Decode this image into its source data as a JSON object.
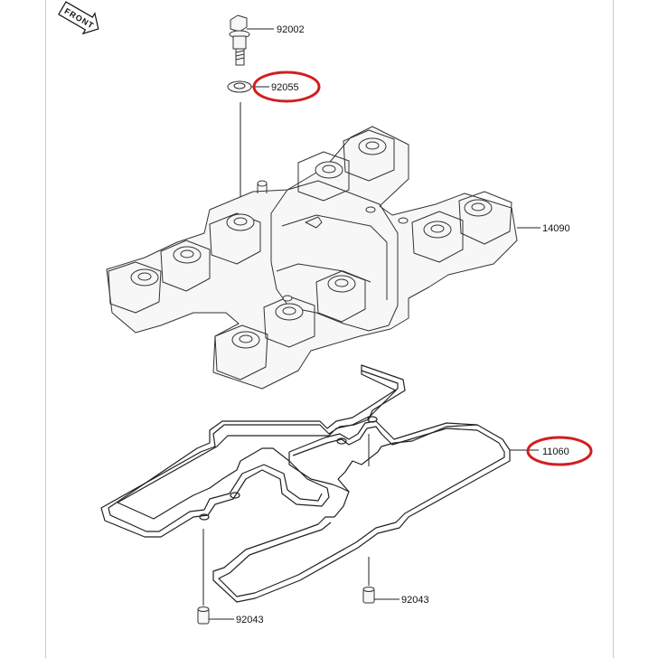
{
  "front_label": "FRONT",
  "parts": {
    "bolt": "92002",
    "washer": "92055",
    "cover": "14090",
    "gasket": "11060",
    "dowel_right": "92043",
    "dowel_left": "92043"
  },
  "highlight_color": "#d21e1e",
  "highlighted_parts": [
    "92055",
    "11060"
  ]
}
